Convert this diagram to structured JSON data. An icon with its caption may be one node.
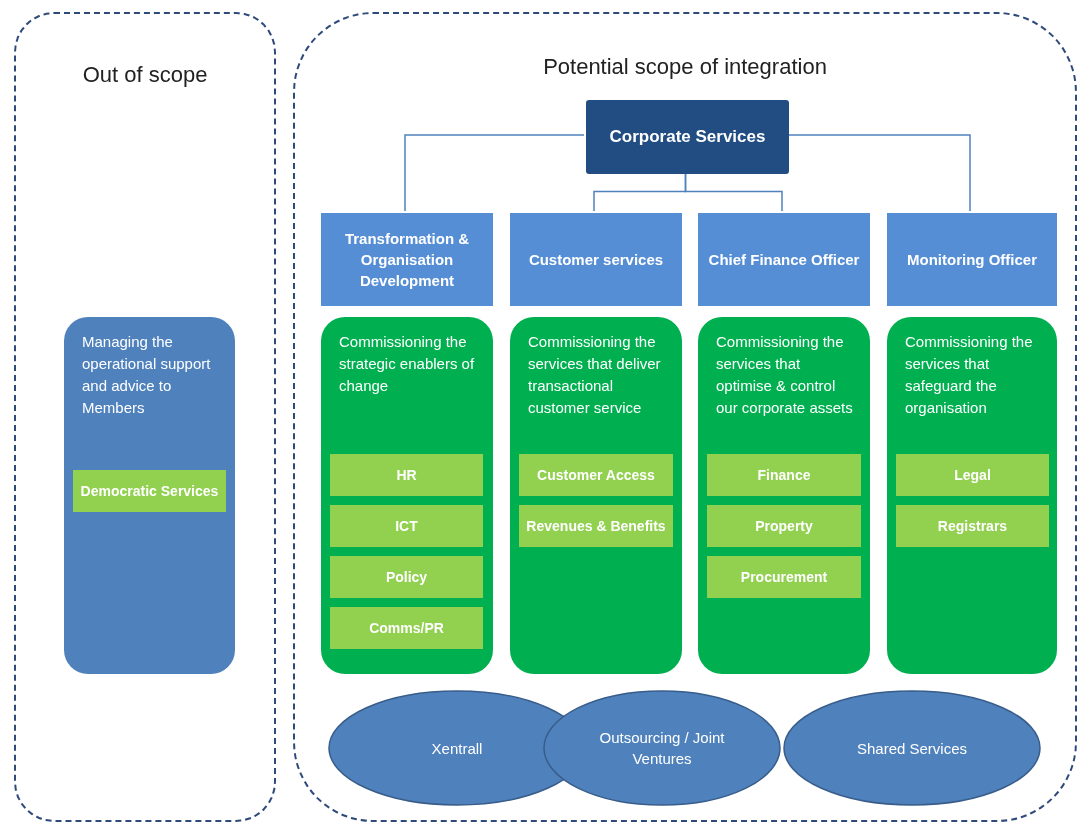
{
  "diagram": {
    "nodes": [
      {
        "text": [
          "Out of scope"
        ]
      },
      {
        "text": [
          "Potential scope of integration"
        ]
      },
      {
        "text": [
          "Managing the operational support and advice to Members"
        ],
        "in": 0
      },
      {
        "text": [
          "Democratic Services"
        ],
        "in": 2
      },
      {
        "text": [
          "Corporate Services"
        ],
        "in": 1
      },
      {
        "text": [
          "Transformation & Organisation Development"
        ],
        "in": 1
      },
      {
        "text": [
          "Customer services"
        ],
        "in": 1
      },
      {
        "text": [
          "Chief Finance Officer"
        ],
        "in": 1
      },
      {
        "text": [
          "Monitoring Officer"
        ],
        "in": 1
      },
      {
        "text": [
          "Commissioning the strategic enablers of change"
        ],
        "in": 1
      },
      {
        "text": [
          "HR"
        ],
        "in": 9
      },
      {
        "text": [
          "ICT"
        ],
        "in": 9
      },
      {
        "text": [
          "Policy"
        ],
        "in": 9
      },
      {
        "text": [
          "Comms/PR"
        ],
        "in": 9
      },
      {
        "text": [
          "Commissioning the services that deliver transactional customer service"
        ],
        "in": 1
      },
      {
        "text": [
          "Customer Access"
        ],
        "in": 14
      },
      {
        "text": [
          "Revenues & Benefits"
        ],
        "in": 14
      },
      {
        "text": [
          "Commissioning the services that optimise & control our corporate assets"
        ],
        "in": 1
      },
      {
        "text": [
          "Finance"
        ],
        "in": 17
      },
      {
        "text": [
          "Property"
        ],
        "in": 17
      },
      {
        "text": [
          "Procurement"
        ],
        "in": 17
      },
      {
        "text": [
          "Commissioning the services that safeguard the organisation"
        ],
        "in": 1
      },
      {
        "text": [
          "Legal"
        ],
        "in": 21
      },
      {
        "text": [
          "Registrars"
        ],
        "in": 21
      },
      {
        "text": [
          "Xentrall"
        ],
        "in": 1
      },
      {
        "text": [
          "Outsourcing / Joint Ventures"
        ],
        "in": 1
      },
      {
        "text": [
          "Shared Services"
        ],
        "in": 1
      }
    ],
    "edges": [
      {
        "from": 4,
        "to": 5,
        "arrow": "none"
      },
      {
        "from": 4,
        "to": 6,
        "arrow": "none"
      },
      {
        "from": 4,
        "to": 7,
        "arrow": "none"
      },
      {
        "from": 4,
        "to": 8,
        "arrow": "none"
      }
    ]
  }
}
